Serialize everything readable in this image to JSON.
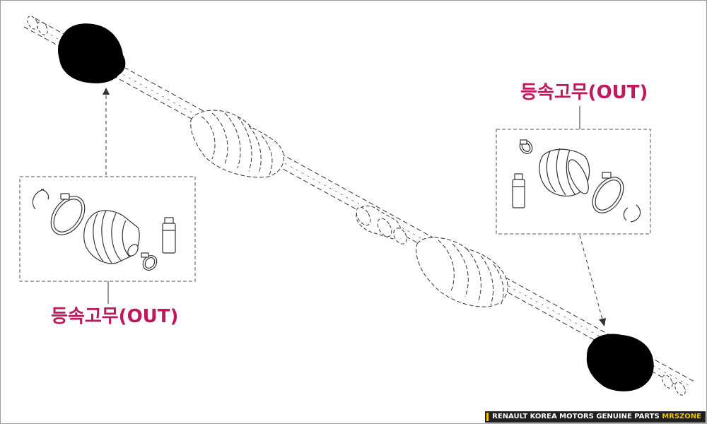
{
  "labels": {
    "left": "등속고무(OUT)",
    "right": "등속고무(OUT)"
  },
  "footer": {
    "brand": "RENAULT KOREA MOTORS GENUINE PARTS",
    "site": "MRSZONE"
  },
  "colors": {
    "label": "#c0175d",
    "accent": "#f0c000",
    "line": "#333333"
  }
}
